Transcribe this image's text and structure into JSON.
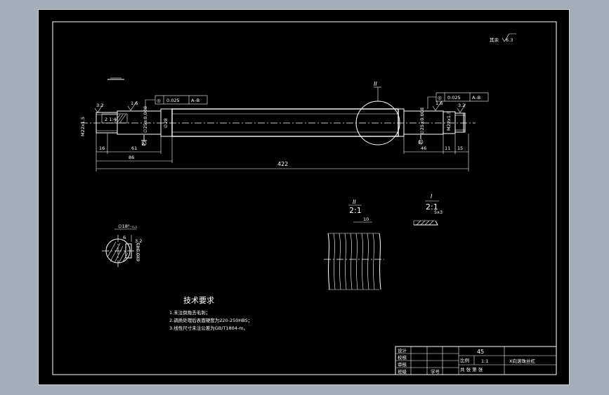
{
  "roughness": {
    "prefix": "其余",
    "value": "6.3"
  },
  "tolerance_frames": {
    "left": {
      "symbol": "◎",
      "value": "0.025",
      "datum": "A–B"
    },
    "right": {
      "symbol": "◎",
      "value": "0.025",
      "datum": "A–B"
    }
  },
  "dimensions": {
    "overall_length": "422",
    "left_shoulder": "86",
    "left_journal": "61",
    "left_thread_len": "16",
    "right_journal": "46",
    "right_shoulder": "11",
    "right_thread_len": "15",
    "thread_left": "M22x1.5",
    "thread_right": "M22x1.5",
    "journal_dia_left": "∅25±0.008",
    "journal_dia_right": "∅25±0.008",
    "body_dia": "∅28",
    "roughness_left": "1.6",
    "roughness_right": "1.6",
    "chamfer_left": "3.2",
    "chamfer_right": "3.2",
    "left_detail_box": "2 1:4",
    "datum_left": "A",
    "datum_right": "B"
  },
  "details": {
    "ii_marker": "II",
    "ii_label": "II",
    "ii_scale": "2:1",
    "ii_pitch": "10",
    "i_label": "I",
    "i_scale": "2:1",
    "i_note": "5x3",
    "section_keyway": "∅18⁰₋₀.₁",
    "section_depth": "6",
    "section_roughness": "3.2",
    "section_width": "6x0.043"
  },
  "tech_requirements": {
    "title": "技术要求",
    "items": [
      "1.未注倒角去毛刺；",
      "2.调质处理后表面硬度为220-250HBS；",
      "3.线性尺寸未注公差为GB/T1804-m。"
    ]
  },
  "title_block": {
    "material": "45",
    "scale_label": "比例",
    "scale_value": "1:1",
    "part_name": "X向滚珠丝杠",
    "row_labels": [
      "设计",
      "校核",
      "审核",
      "班级"
    ],
    "student_id_label": "学号",
    "sheet_labels": "共 张  第 张"
  }
}
